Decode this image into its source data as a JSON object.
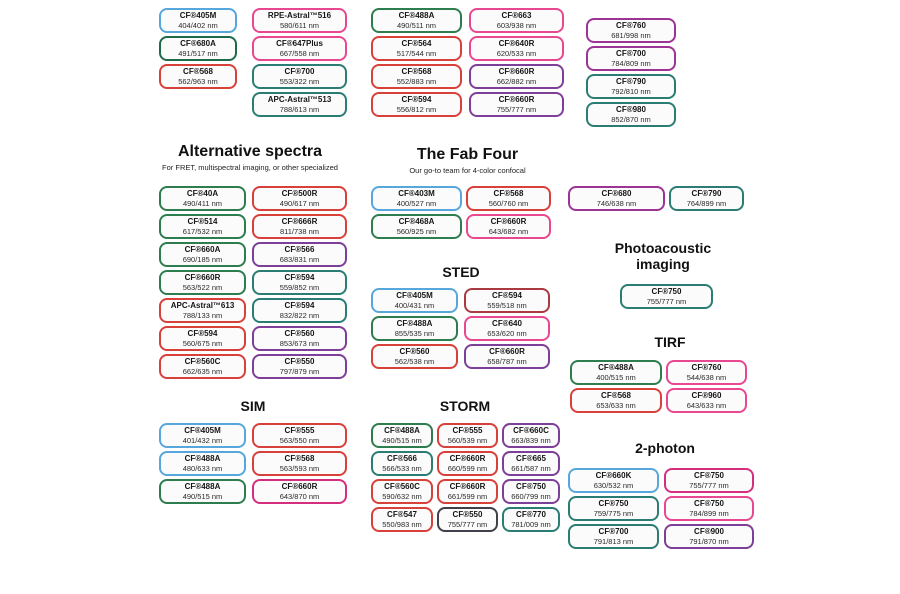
{
  "page": {
    "background": "#ffffff"
  },
  "palette": {
    "blue": "#57a7dc",
    "green": "#2e7d4f",
    "darkgreen": "#1e6b4a",
    "teal": "#2b7d74",
    "red": "#d8403a",
    "darkred": "#aa3a42",
    "pink": "#e8488f",
    "magenta": "#d62e7e",
    "purple": "#7e3f98",
    "plum": "#9b3494",
    "charcoal": "#40404a"
  },
  "headings": {
    "alternative": {
      "title": "Alternative spectra",
      "subtitle": "For FRET, multispectral imaging, or other specialized"
    },
    "fabfour": {
      "title": "The Fab Four",
      "subtitle": "Our go-to team for 4-color confocal"
    },
    "sted": {
      "title": "STED"
    },
    "sim": {
      "title": "SIM"
    },
    "storm": {
      "title": "STORM"
    },
    "photoacoustic": {
      "title": "Photoacoustic imaging"
    },
    "tirf": {
      "title": "TIRF"
    },
    "twophoton": {
      "title": "2-photon"
    }
  },
  "lists": {
    "topA1": [
      {
        "name": "CF®405M",
        "nm": "404/402 nm",
        "color": "blue"
      },
      {
        "name": "CF®680A",
        "nm": "491/517 nm",
        "color": "darkgreen"
      },
      {
        "name": "CF®568",
        "nm": "562/963 nm",
        "color": "red"
      }
    ],
    "topA2": [
      {
        "name": "RPE-Astral™516",
        "nm": "580/611 nm",
        "color": "pink"
      },
      {
        "name": "CF®647Plus",
        "nm": "667/558 nm",
        "color": "pink"
      },
      {
        "name": "CF®700",
        "nm": "553/322 nm",
        "color": "teal"
      },
      {
        "name": "APC-Astral™513",
        "nm": "788/613 nm",
        "color": "teal"
      }
    ],
    "topB1": [
      {
        "name": "CF®488A",
        "nm": "490/511 nm",
        "color": "green"
      },
      {
        "name": "CF®564",
        "nm": "517/544 nm",
        "color": "red"
      },
      {
        "name": "CF®568",
        "nm": "552/883 nm",
        "color": "red"
      },
      {
        "name": "CF®594",
        "nm": "556/812 nm",
        "color": "red"
      }
    ],
    "topB2": [
      {
        "name": "CF®663",
        "nm": "603/938 nm",
        "color": "pink"
      },
      {
        "name": "CF®640R",
        "nm": "620/533 nm",
        "color": "pink"
      },
      {
        "name": "CF®660R",
        "nm": "662/882 nm",
        "color": "purple"
      },
      {
        "name": "CF®660R",
        "nm": "755/777 nm",
        "color": "purple"
      }
    ],
    "topC": [
      {
        "name": "CF®760",
        "nm": "681/998 nm",
        "color": "plum"
      },
      {
        "name": "CF®700",
        "nm": "784/809 nm",
        "color": "plum"
      },
      {
        "name": "CF®790",
        "nm": "792/810 nm",
        "color": "teal"
      },
      {
        "name": "CF®980",
        "nm": "852/870 nm",
        "color": "teal"
      }
    ],
    "altCol1": [
      {
        "name": "CF®40A",
        "nm": "490/411 nm",
        "color": "green"
      },
      {
        "name": "CF®514",
        "nm": "617/532 nm",
        "color": "green"
      },
      {
        "name": "CF®660A",
        "nm": "690/185 nm",
        "color": "green"
      },
      {
        "name": "CF®660R",
        "nm": "563/522 nm",
        "color": "green"
      },
      {
        "name": "APC-Astral™613",
        "nm": "788/133 nm",
        "color": "red"
      },
      {
        "name": "CF®594",
        "nm": "560/675 nm",
        "color": "red"
      },
      {
        "name": "CF®560C",
        "nm": "662/635 nm",
        "color": "red"
      }
    ],
    "altCol2": [
      {
        "name": "CF®500R",
        "nm": "490/617 nm",
        "color": "red"
      },
      {
        "name": "CF®666R",
        "nm": "811/738 nm",
        "color": "red"
      },
      {
        "name": "CF®566",
        "nm": "683/831 nm",
        "color": "purple"
      },
      {
        "name": "CF®594",
        "nm": "559/852 nm",
        "color": "teal"
      },
      {
        "name": "CF®594",
        "nm": "832/822 nm",
        "color": "teal"
      },
      {
        "name": "CF®560",
        "nm": "853/673 nm",
        "color": "purple"
      },
      {
        "name": "CF®550",
        "nm": "797/879 nm",
        "color": "purple"
      }
    ],
    "fabCol1": [
      {
        "name": "CF®403M",
        "nm": "400/527 nm",
        "color": "blue"
      },
      {
        "name": "CF®468A",
        "nm": "560/925 nm",
        "color": "green"
      }
    ],
    "fabCol2": [
      {
        "name": "CF®568",
        "nm": "560/760 nm",
        "color": "red"
      },
      {
        "name": "CF®660R",
        "nm": "643/682 nm",
        "color": "pink"
      }
    ],
    "stedCol1": [
      {
        "name": "CF®405M",
        "nm": "400/431 nm",
        "color": "blue"
      },
      {
        "name": "CF®488A",
        "nm": "855/535 nm",
        "color": "green"
      },
      {
        "name": "CF®560",
        "nm": "562/538 nm",
        "color": "red"
      }
    ],
    "stedCol2": [
      {
        "name": "CF®594",
        "nm": "559/518 nm",
        "color": "darkred"
      },
      {
        "name": "CF®640",
        "nm": "653/620 nm",
        "color": "pink"
      },
      {
        "name": "CF®660R",
        "nm": "658/787 nm",
        "color": "purple"
      }
    ],
    "simCol1": [
      {
        "name": "CF®405M",
        "nm": "401/432 nm",
        "color": "blue"
      },
      {
        "name": "CF®488A",
        "nm": "480/633 nm",
        "color": "blue"
      },
      {
        "name": "CF®488A",
        "nm": "490/515 nm",
        "color": "green"
      }
    ],
    "simCol2": [
      {
        "name": "CF®555",
        "nm": "563/550 nm",
        "color": "red"
      },
      {
        "name": "CF®568",
        "nm": "563/593 nm",
        "color": "red"
      },
      {
        "name": "CF®660R",
        "nm": "643/870 nm",
        "color": "magenta"
      }
    ],
    "stormCol1": [
      {
        "name": "CF®488A",
        "nm": "490/515 nm",
        "color": "green"
      },
      {
        "name": "CF®566",
        "nm": "566/533 nm",
        "color": "teal"
      },
      {
        "name": "CF®560C",
        "nm": "590/632 nm",
        "color": "red"
      },
      {
        "name": "CF®547",
        "nm": "550/983 nm",
        "color": "red"
      }
    ],
    "stormCol2": [
      {
        "name": "CF®555",
        "nm": "560/539 nm",
        "color": "red"
      },
      {
        "name": "CF®660R",
        "nm": "660/599 nm",
        "color": "red"
      },
      {
        "name": "CF®660R",
        "nm": "661/599 nm",
        "color": "red"
      },
      {
        "name": "CF®550",
        "nm": "755/777 nm",
        "color": "charcoal"
      }
    ],
    "stormCol3": [
      {
        "name": "CF®660C",
        "nm": "663/839 nm",
        "color": "purple"
      },
      {
        "name": "CF®665",
        "nm": "661/587 nm",
        "color": "purple"
      },
      {
        "name": "CF®750",
        "nm": "660/799 nm",
        "color": "purple"
      },
      {
        "name": "CF®770",
        "nm": "781/009 nm",
        "color": "teal"
      }
    ],
    "pairLeft": [
      {
        "name": "CF®680",
        "nm": "746/638 nm",
        "color": "plum"
      }
    ],
    "pairRight": [
      {
        "name": "CF®790",
        "nm": "764/899 nm",
        "color": "teal"
      }
    ],
    "photo": [
      {
        "name": "CF®750",
        "nm": "755/777 nm",
        "color": "teal"
      }
    ],
    "tirfCol1": [
      {
        "name": "CF®488A",
        "nm": "400/515 nm",
        "color": "green"
      },
      {
        "name": "CF®568",
        "nm": "653/633 nm",
        "color": "red"
      }
    ],
    "tirfCol2": [
      {
        "name": "CF®760",
        "nm": "544/638 nm",
        "color": "pink"
      },
      {
        "name": "CF®960",
        "nm": "643/633 nm",
        "color": "pink"
      }
    ],
    "tpCol1": [
      {
        "name": "CF®660K",
        "nm": "630/532 nm",
        "color": "blue"
      },
      {
        "name": "CF®750",
        "nm": "759/775 nm",
        "color": "teal"
      },
      {
        "name": "CF®700",
        "nm": "791/813 nm",
        "color": "teal"
      }
    ],
    "tpCol2": [
      {
        "name": "CF®750",
        "nm": "755/777 nm",
        "color": "magenta"
      },
      {
        "name": "CF®750",
        "nm": "784/899 nm",
        "color": "pink"
      },
      {
        "name": "CF®900",
        "nm": "791/870 nm",
        "color": "purple"
      }
    ]
  }
}
